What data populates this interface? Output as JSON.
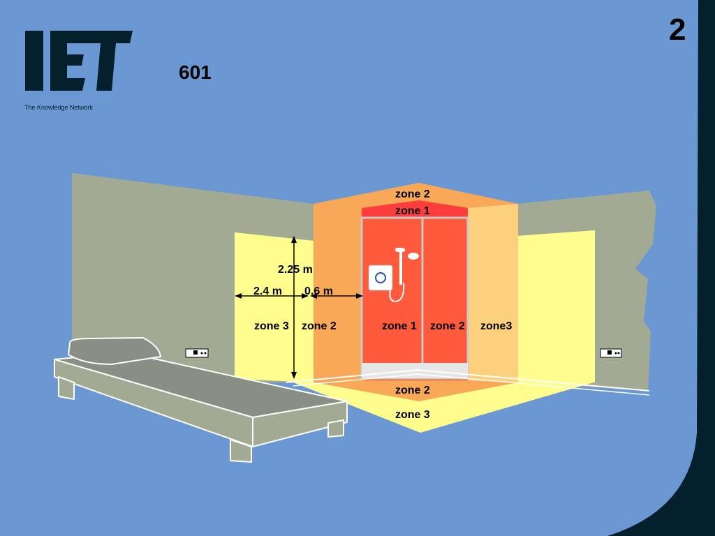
{
  "slide": {
    "number": "2",
    "title": "601",
    "logo": {
      "text": "IET",
      "tagline": "The Knowledge Network"
    }
  },
  "colors": {
    "background": "#6b98d2",
    "border_dark": "#03202c",
    "wall": "#a2aa94",
    "zone1": "#ff5a3c",
    "zone2": "#f8a857",
    "zone3": "#fffd8e"
  },
  "diagram": {
    "zones": {
      "top_zone2": "zone 2",
      "top_zone1": "zone 1",
      "left_zone3": "zone 3",
      "left_zone2": "zone 2",
      "center_zone1": "zone 1",
      "right_zone2": "zone 2",
      "right_zone3": "zone3",
      "floor_zone2": "zone 2",
      "floor_zone3": "zone 3"
    },
    "dimensions": {
      "height": "2.25 m",
      "zone3_width": "2.4 m",
      "zone2_width": "0.6 m"
    }
  }
}
